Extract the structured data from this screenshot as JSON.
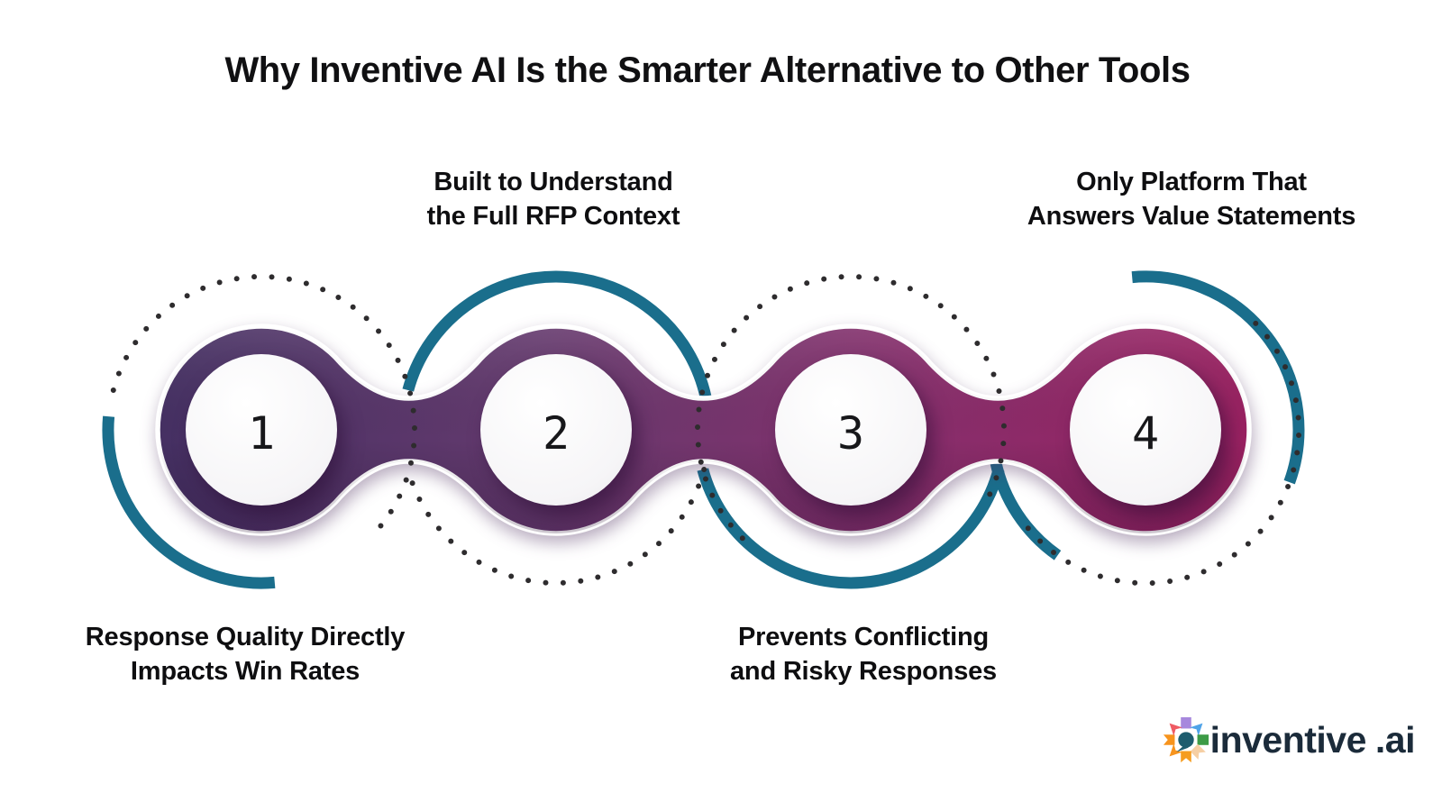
{
  "title": "Why Inventive AI Is the Smarter Alternative to Other Tools",
  "steps": [
    {
      "number": "1",
      "line1": "Response Quality Directly",
      "line2": "Impacts Win Rates",
      "label_position": "below"
    },
    {
      "number": "2",
      "line1": "Built to Understand",
      "line2": "the Full RFP Context",
      "label_position": "above"
    },
    {
      "number": "3",
      "line1": "Prevents Conflicting",
      "line2": "and Risky Responses",
      "label_position": "below"
    },
    {
      "number": "4",
      "line1": "Only Platform That",
      "line2": "Answers Value Statements",
      "label_position": "above"
    }
  ],
  "logo": {
    "brand": "inventive",
    "suffix": ".ai"
  },
  "colors": {
    "teal_arc": "#1a6e8c",
    "dots": "#2e2c2e",
    "chain_gradient_1": "#453063",
    "chain_gradient_2": "#653a6e",
    "chain_gradient_3": "#862f6c",
    "chain_gradient_4": "#9a2161",
    "number_text": "#17171a",
    "logo_text": "#1b2b3a",
    "logo_center": "#1d5c6e",
    "logo_petals": {
      "n": "#a788dd",
      "ne": "#4fa3e8",
      "e": "#3d9b47",
      "se": "#f6cfa4",
      "s": "#f69d1f",
      "sw": "#f7941d",
      "w": "#f7941d",
      "nw": "#ef5b63"
    }
  }
}
